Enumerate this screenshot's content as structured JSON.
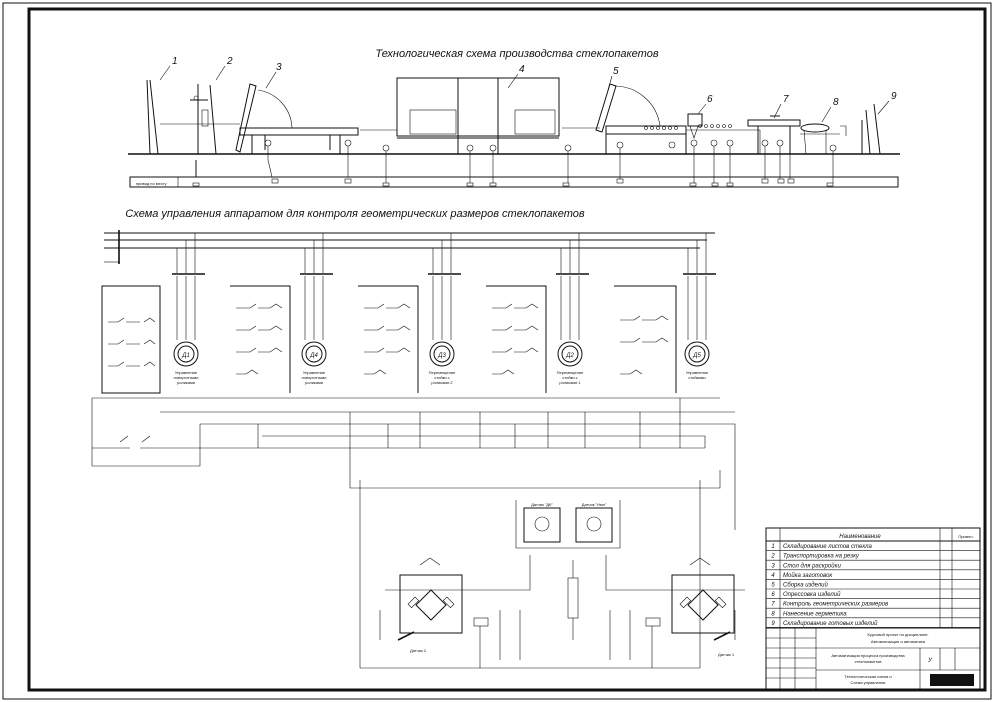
{
  "drawing": {
    "title_top": "Технологическая схема производства стеклопакетов",
    "title_bottom": "Схема управления аппаратом для контроля геометрических размеров стеклопакетов",
    "conveyor_label": "привод по месту",
    "callouts": [
      "1",
      "2",
      "3",
      "4",
      "5",
      "6",
      "7",
      "8",
      "9"
    ],
    "motors": [
      {
        "id": "Д1",
        "caption": [
          "Управление",
          "поворотными",
          "роликами"
        ]
      },
      {
        "id": "Д4",
        "caption": [
          "Управление",
          "поворотными",
          "роликами"
        ]
      },
      {
        "id": "Д3",
        "caption": [
          "Перемещение",
          "стойки с",
          "роликами 2"
        ]
      },
      {
        "id": "Д2",
        "caption": [
          "Перемещение",
          "стойки с",
          "роликами 1"
        ]
      },
      {
        "id": "Д5",
        "caption": [
          "Управление",
          "стойками"
        ]
      }
    ],
    "sensor_boxes": [
      "Датчик \"ДК\"",
      "Датчик \"Нмп\""
    ],
    "bridge_labels": [
      "Датчик 2",
      "Датчик 1"
    ]
  },
  "legend": {
    "header_name": "Наименование",
    "header_note": "Примеч.",
    "items": [
      {
        "n": "1",
        "name": "Складирование листов стекла"
      },
      {
        "n": "2",
        "name": "Транспортировка на резку"
      },
      {
        "n": "3",
        "name": "Стол для раскройки"
      },
      {
        "n": "4",
        "name": "Мойка заготовок"
      },
      {
        "n": "5",
        "name": "Сборка изделий"
      },
      {
        "n": "6",
        "name": "Опрессовка изделий"
      },
      {
        "n": "7",
        "name": "Контроль геометрических размеров"
      },
      {
        "n": "8",
        "name": "Нанесение герметика"
      },
      {
        "n": "9",
        "name": "Складирование готовых изделий"
      }
    ]
  },
  "stamp": {
    "subject": "Курсовой проект по дисциплине:",
    "subject2": "Автоматизация и автоматика",
    "project_line1": "Автоматизация процесса производства",
    "project_line2": "стеклопакетов",
    "sheet_letter": "У",
    "footer_line1": "Технологическая схема и",
    "footer_line2": "Схема управления"
  }
}
